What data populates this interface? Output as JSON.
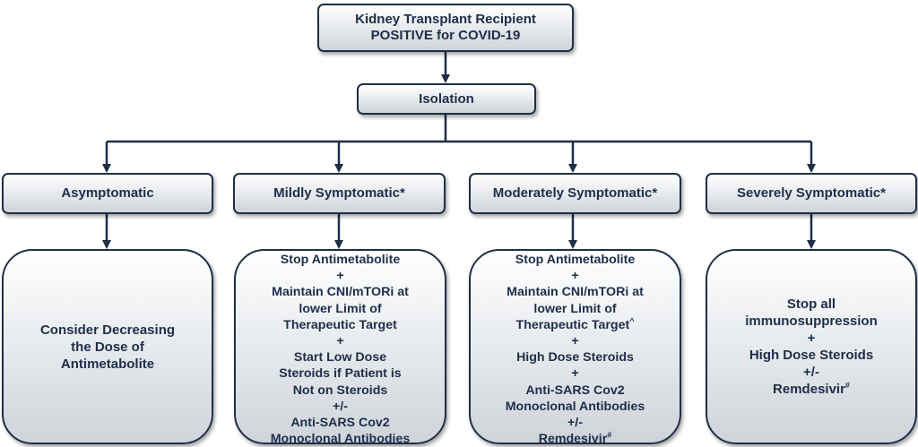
{
  "root": {
    "line1": "Kidney Transplant Recipient",
    "line2": "POSITIVE for COVID-19"
  },
  "isolation": "Isolation",
  "categories": [
    {
      "label": "Asymptomatic",
      "lines": [
        "Consider Decreasing",
        "the Dose of",
        "Antimetabolite"
      ]
    },
    {
      "label": "Mildly Symptomatic*",
      "lines": [
        "Stop Antimetabolite",
        "+",
        "Maintain CNI/mTORi at",
        "lower Limit of",
        "Therapeutic Target",
        "+",
        "Start Low Dose",
        "Steroids if Patient is",
        "Not on Steroids",
        "+/-",
        "Anti-SARS Cov2",
        "Monoclonal Antibodies"
      ]
    },
    {
      "label": "Moderately Symptomatic*",
      "lines": [
        "Stop Antimetabolite",
        "+",
        "Maintain CNI/mTORi at",
        "lower Limit of",
        "Therapeutic Target",
        "+",
        "High Dose Steroids",
        "+",
        "Anti-SARS Cov2",
        "Monoclonal Antibodies",
        "+/-",
        "Remdesivir"
      ],
      "superscripts": {
        "4": "^",
        "11": "#"
      }
    },
    {
      "label": "Severely Symptomatic*",
      "lines": [
        "Stop all",
        "immunosuppression",
        "+",
        "High Dose Steroids",
        "+/-",
        "Remdesivir"
      ],
      "superscripts": {
        "5": "#"
      }
    }
  ]
}
